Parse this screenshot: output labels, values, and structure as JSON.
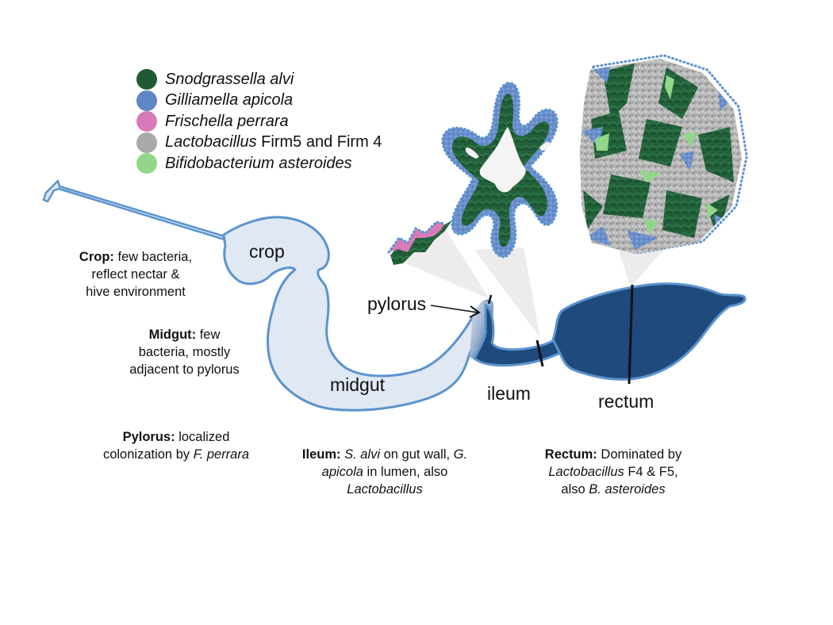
{
  "legend": [
    {
      "name_italic": "Snodgrassella alvi",
      "name_plain": "",
      "color": "#1f5a33",
      "texture": "mottled-dark-green"
    },
    {
      "name_italic": "Gilliamella apicola",
      "name_plain": "",
      "color": "#5f86c6",
      "texture": "speckled-blue"
    },
    {
      "name_italic": "Frischella perrara",
      "name_plain": "",
      "color": "#d97ab8",
      "texture": "solid-pink"
    },
    {
      "name_italic": "Lactobacillus",
      "name_plain": " Firm5 and Firm 4",
      "color": "#a9a9a9",
      "texture": "speckled-gray"
    },
    {
      "name_italic": "Bifidobacterium asteroides",
      "name_plain": "",
      "color": "#92d68a",
      "texture": "solid-light-green"
    }
  ],
  "organs": {
    "crop": "crop",
    "midgut": "midgut",
    "pylorus": "pylorus",
    "ileum": "ileum",
    "rectum": "rectum"
  },
  "colors": {
    "gut_outline": "#5b93cf",
    "foregut_fill": "#dfe8f3",
    "hindgut_fill": "#1e4a7c",
    "zoom_cone": "#ececec"
  },
  "notes": {
    "crop": {
      "bold": "Crop:",
      "line1_rest": " few bacteria,",
      "line2": "reflect nectar &",
      "line3": "hive environment"
    },
    "midgut": {
      "bold": "Midgut:",
      "line1_rest": " few",
      "line2": "bacteria, mostly",
      "line3": "adjacent to pylorus"
    },
    "pylorus": {
      "bold": "Pylorus:",
      "line1_rest": " localized",
      "line2_plain": "colonization by ",
      "line2_italic": "F. perrara"
    },
    "ileum": {
      "bold": "Ileum:",
      "l1_it1": " S. alvi",
      "l1_plain": " on gut wall, ",
      "l1_it2": "G.",
      "l2_it": "apicola",
      "l2_plain": " in lumen, also",
      "l3_it": "Lactobacillus"
    },
    "rectum": {
      "bold": "Rectum:",
      "line1_rest": " Dominated by",
      "l2_it": "Lactobacillus",
      "l2_plain": " F4 & F5,",
      "l3_plain": "also ",
      "l3_it": "B. asteroides"
    }
  }
}
